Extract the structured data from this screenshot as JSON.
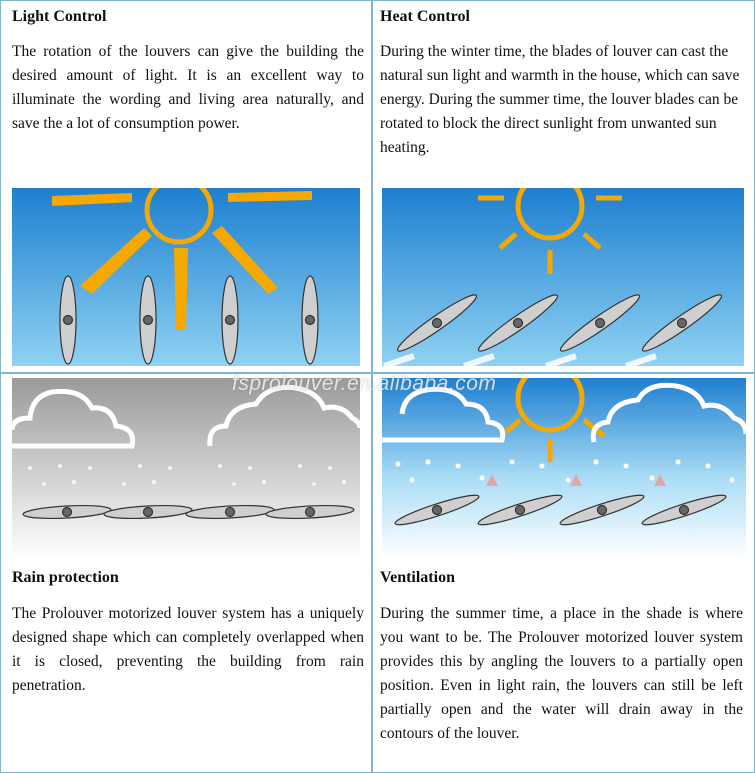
{
  "light": {
    "title": "Light Control",
    "text": "The rotation of the louvers can give the building the desired amount of light. It is an excellent way to illuminate the wording and living area naturally, and save the a lot of consumption power."
  },
  "heat": {
    "title": "Heat Control",
    "text": "During the winter time, the blades of louver can cast the natural sun light and warmth in the house, which can save energy. During the summer time, the louver blades can be rotated to block the direct sunlight from unwanted sun heating."
  },
  "rain": {
    "title": "Rain protection",
    "text": "The Prolouver motorized louver system has a uniquely designed shape which can completely overlapped when it is closed, preventing the building from rain penetration."
  },
  "vent": {
    "title": "Ventilation",
    "text": "During the summer time, a place in the shade is where you want to be. The Prolouver motorized louver system provides this by angling the louvers to a partially open position. Even in light rain, the louvers can still be left partially open and the water will drain away in the contours of the louver."
  },
  "watermark": "fsprolouver.en.alibaba.com",
  "colors": {
    "border": "#7fb6cf",
    "sun": "#f5a800",
    "sky_top": "#1e7fd0",
    "sky_bottom": "#8fd2f2",
    "rain_top": "#9a9a9a",
    "blade": "#cfcfcf"
  }
}
